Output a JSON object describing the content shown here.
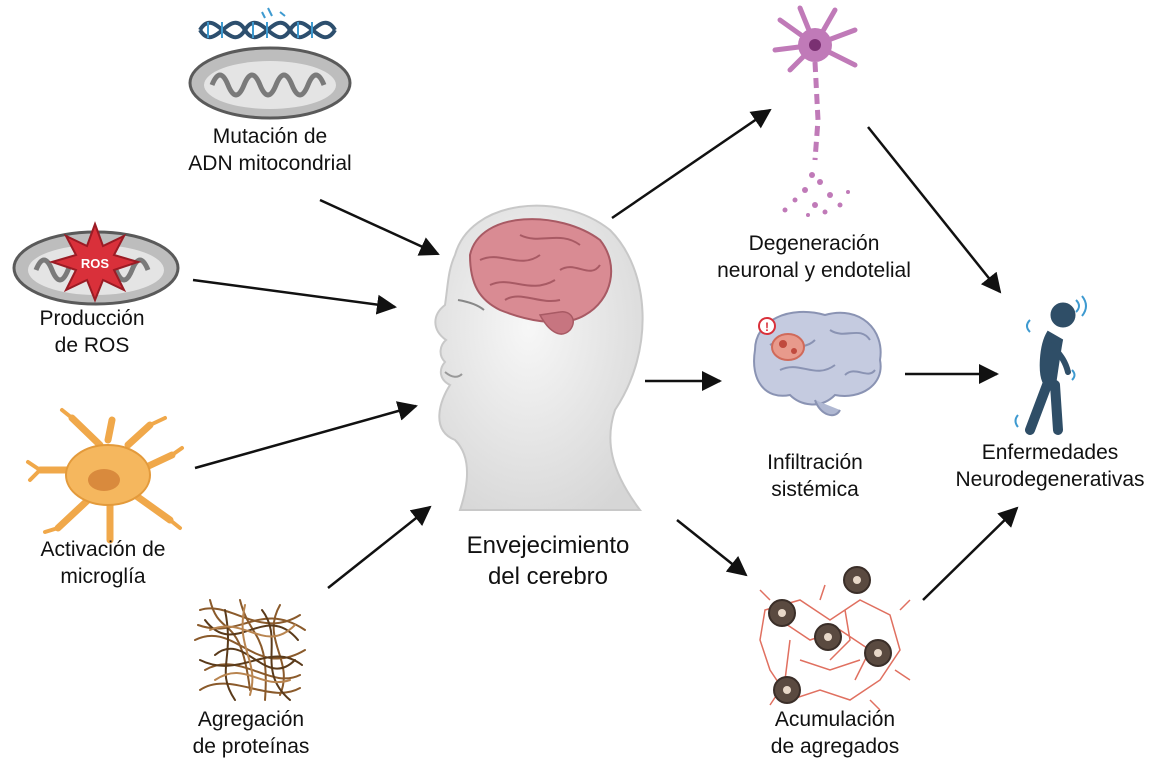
{
  "inputs": {
    "mito_mutation": {
      "line1": "Mutación de",
      "line2": "ADN mitocondrial"
    },
    "ros": {
      "line1": "Producción",
      "line2": "de ROS",
      "badge": "ROS"
    },
    "microglia": {
      "line1": "Activación de",
      "line2": "microglía"
    },
    "protein": {
      "line1": "Agregación",
      "line2": "de proteínas"
    }
  },
  "center": {
    "line1": "Envejecimiento",
    "line2": "del cerebro"
  },
  "outputs": {
    "neuron": {
      "line1": "Degeneración",
      "line2": "neuronal y endotelial"
    },
    "infiltration": {
      "line1": "Infiltración",
      "line2": "sistémica",
      "alert": "!"
    },
    "aggregates": {
      "line1": "Acumulación",
      "line2": "de agregados"
    }
  },
  "result": {
    "line1": "Enfermedades",
    "line2": "Neurodegenerativas"
  },
  "colors": {
    "mitochondria": "#a8a8a8",
    "ros_star": "#d9303a",
    "microglia": "#f5b75e",
    "protein": "#8a5a2b",
    "neuron": "#c07ab8",
    "brain": "#d98b93",
    "brain_gray": "#b7bfd6",
    "plaque": "#e07060",
    "person": "#2f4e67",
    "arrow": "#111111"
  }
}
